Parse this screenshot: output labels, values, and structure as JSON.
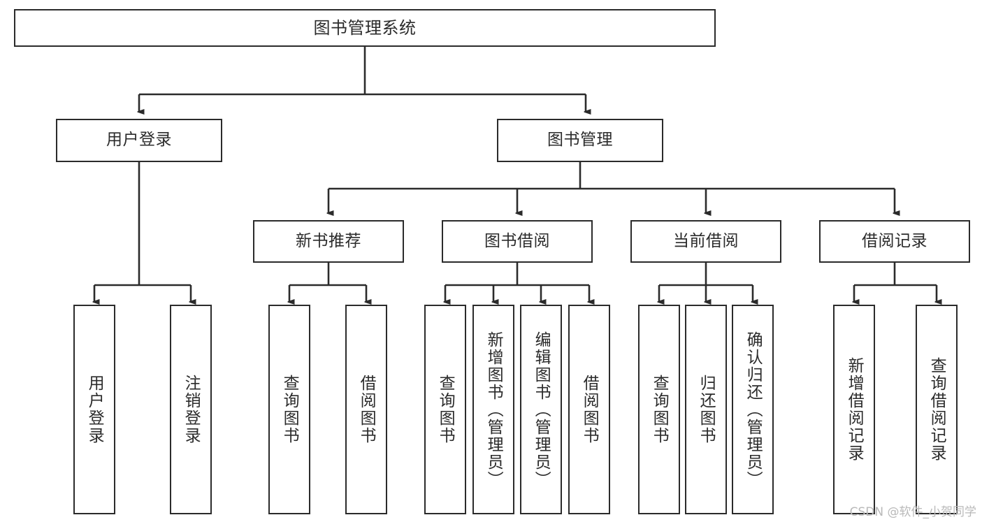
{
  "diagram": {
    "type": "tree",
    "title": "图书管理系统",
    "style": {
      "line_color": "#2b2b2b",
      "box_border_color": "#2b2b2b",
      "box_fill": "#ffffff",
      "text_color": "#2b2b2b",
      "background": "#ffffff",
      "watermark_color": "#b9b9b9"
    },
    "nodes": {
      "root": {
        "label": "图书管理系统"
      },
      "level1": [
        {
          "label": "用户登录"
        },
        {
          "label": "图书管理"
        }
      ],
      "level2": [
        {
          "label": "新书推荐"
        },
        {
          "label": "图书借阅"
        },
        {
          "label": "当前借阅"
        },
        {
          "label": "借阅记录"
        }
      ],
      "leaves": {
        "user_login": [
          {
            "label": "用户登录"
          },
          {
            "label": "注销登录"
          }
        ],
        "new_book_recommend": [
          {
            "label": "查询图书"
          },
          {
            "label": "借阅图书"
          }
        ],
        "book_borrow": [
          {
            "label": "查询图书"
          },
          {
            "label": "新增图书（管理员）"
          },
          {
            "label": "编辑图书（管理员）"
          },
          {
            "label": "借阅图书"
          }
        ],
        "current_borrow": [
          {
            "label": "查询图书"
          },
          {
            "label": "归还图书"
          },
          {
            "label": "确认归还（管理员）"
          }
        ],
        "borrow_record": [
          {
            "label": "新增借阅记录"
          },
          {
            "label": "查询借阅记录"
          }
        ]
      }
    }
  },
  "watermark": {
    "text": "CSDN @软件_小贺同学"
  }
}
